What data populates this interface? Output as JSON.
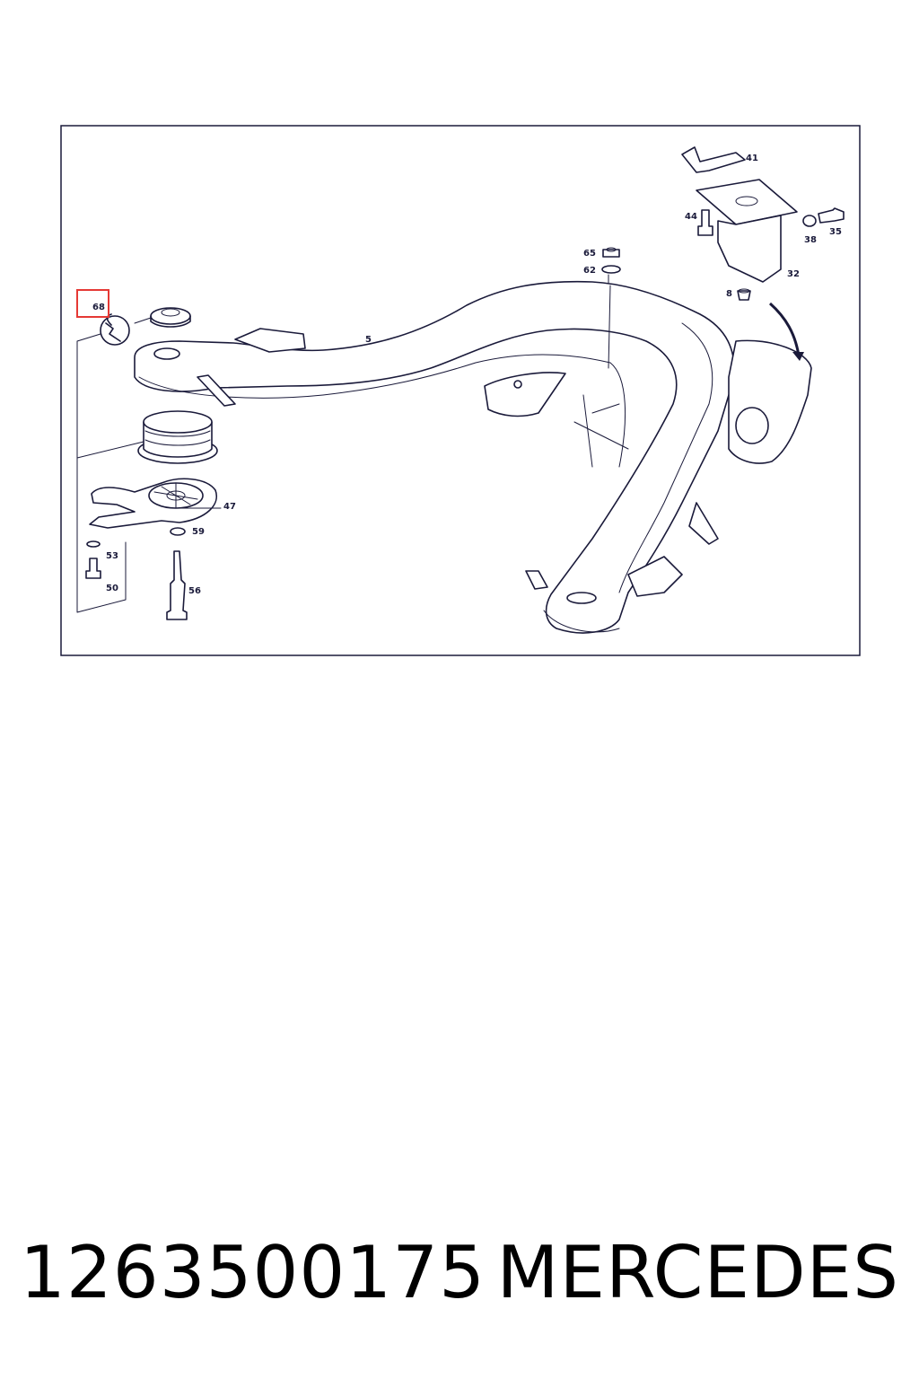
{
  "diagram": {
    "callouts": {
      "c5": "5",
      "c8": "8",
      "c32": "32",
      "c35": "35",
      "c38": "38",
      "c41": "41",
      "c44": "44",
      "c47": "47",
      "c50": "50",
      "c53": "53",
      "c56": "56",
      "c59": "59",
      "c62": "62",
      "c65": "65",
      "c68": "68"
    },
    "highlighted_callout": "68",
    "highlight_color": "#e53935",
    "line_color": "#1a1a3a"
  },
  "footer": {
    "part_number": "1263500175",
    "brand": "MERCEDES"
  }
}
